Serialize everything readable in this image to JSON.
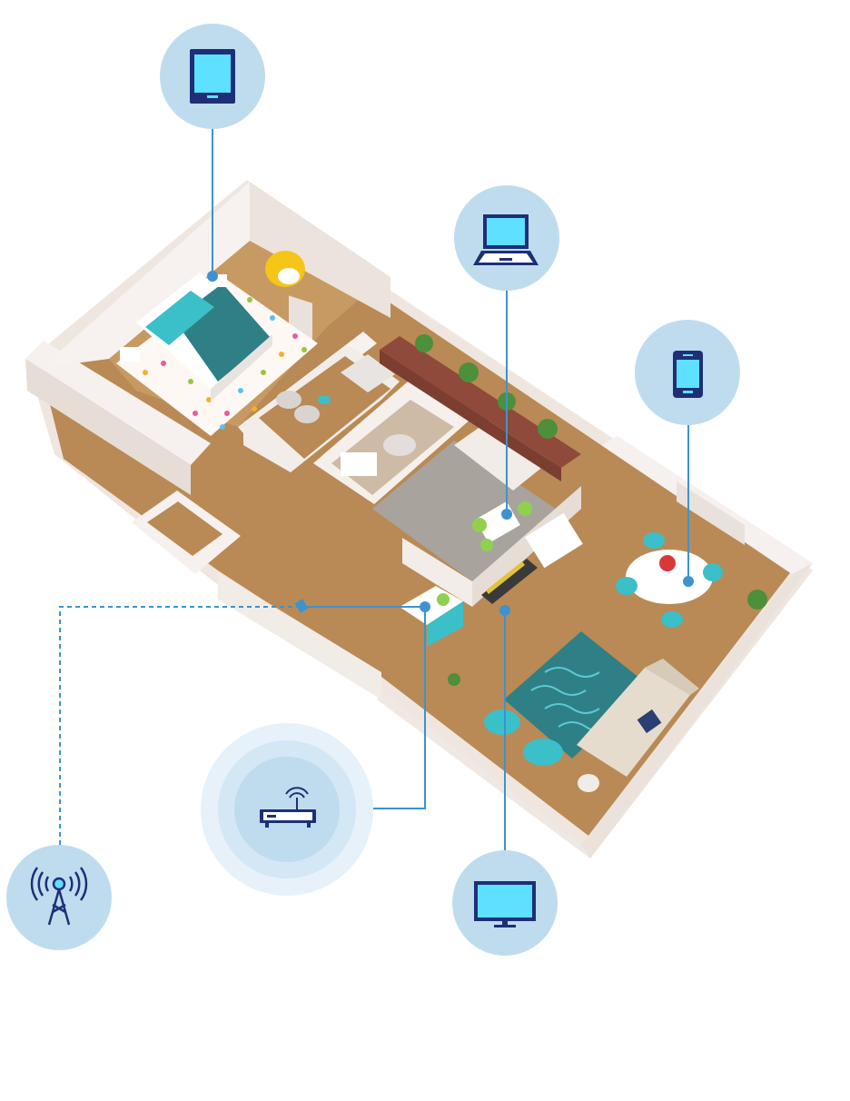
{
  "diagram": {
    "description_visible_text": "",
    "colors": {
      "device_circle": "#bfdcef",
      "router_halo_outer": "#e6f1fa",
      "router_halo_mid": "#d3e7f5",
      "connector_line": "#3d93cf",
      "icon_stroke": "#1e2f78",
      "icon_screen": "#5ee0ff",
      "wood_floor": "#b98a55",
      "wall": "#f4eeea",
      "wall_shadow": "#e3d9d2",
      "accent_teal": "#3bbfc8"
    },
    "devices": [
      {
        "id": "tablet",
        "icon": "tablet-icon"
      },
      {
        "id": "laptop",
        "icon": "laptop-icon"
      },
      {
        "id": "smartphone",
        "icon": "smartphone-icon"
      },
      {
        "id": "tv",
        "icon": "tv-icon"
      },
      {
        "id": "router",
        "icon": "router-icon"
      },
      {
        "id": "cell-tower",
        "icon": "cell-tower-icon"
      }
    ]
  }
}
